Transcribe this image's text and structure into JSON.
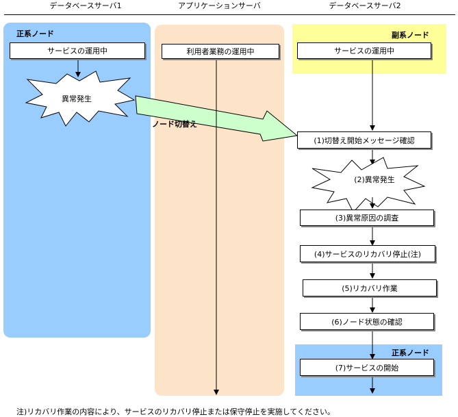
{
  "headers": {
    "db1": "データベースサーバ1",
    "app": "アプリケーションサーバ",
    "db2": "データベースサーバ2"
  },
  "lanes": {
    "db1_role": "正系ノード",
    "db2_role_top": "副系ノード",
    "db2_role_bottom": "正系ノード"
  },
  "db1": {
    "service_running": "サービスの運用中",
    "failure": "異常発生"
  },
  "app": {
    "user_operations": "利用者業務の運用中"
  },
  "switch_label": "ノード切替え",
  "db2": {
    "service_running": "サービスの運用中",
    "steps": [
      "(1)切替え開始メッセージ確認",
      "(2)異常発生",
      "(3)異常原因の調査",
      "(4)サービスのリカバリ停止(注)",
      "(5)リカバリ作業",
      "(6)ノード状態の確認",
      "(7)サービスの開始"
    ]
  },
  "footnote": "注)リカバリ作業の内容により、サービスのリカバリ停止または保守停止を実施してください。",
  "colors": {
    "primary_lane": "#99ccff",
    "app_lane": "#fde4c8",
    "secondary_lane": "#ffff99",
    "switch_arrow": "#ccffcc"
  }
}
